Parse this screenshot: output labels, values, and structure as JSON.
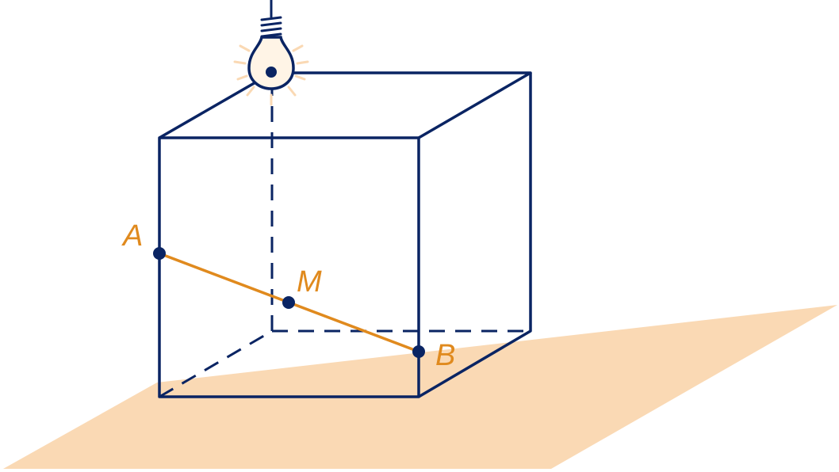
{
  "labels": {
    "a": "A",
    "m": "M",
    "b": "B"
  },
  "colors": {
    "edge": "#0a2463",
    "segment": "#e08a1e",
    "floor": "#fad9b4",
    "bulb_glow": "#fad9b4",
    "bulb_fill": "#fff4e6"
  },
  "icons": {
    "light": "light-bulb-icon"
  }
}
